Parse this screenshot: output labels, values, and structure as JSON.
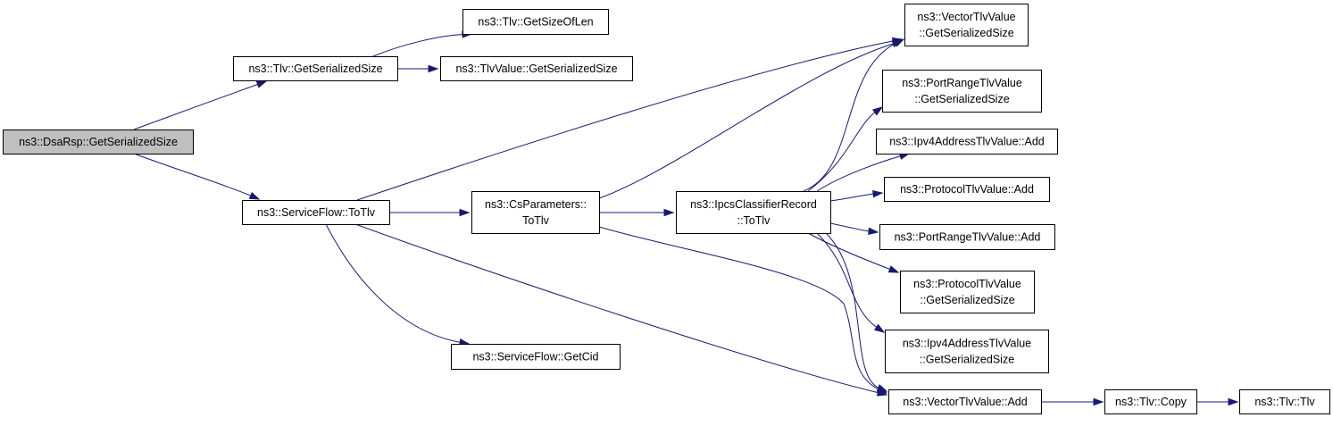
{
  "graph": {
    "type": "call-graph",
    "colors": {
      "edge": "#191970",
      "node_border": "#000000",
      "node_fill": "#ffffff",
      "root_fill": "#bfbfbf"
    },
    "nodes": [
      {
        "id": "dsarsp_getserializedsize",
        "lines": [
          "ns3::DsaRsp::GetSerializedSize"
        ],
        "root": true
      },
      {
        "id": "tlv_getserializedsize",
        "lines": [
          "ns3::Tlv::GetSerializedSize"
        ]
      },
      {
        "id": "tlv_getsizeoflen",
        "lines": [
          "ns3::Tlv::GetSizeOfLen"
        ]
      },
      {
        "id": "tlvvalue_getserializedsize",
        "lines": [
          "ns3::TlvValue::GetSerializedSize"
        ]
      },
      {
        "id": "serviceflow_totlv",
        "lines": [
          "ns3::ServiceFlow::ToTlv"
        ]
      },
      {
        "id": "csparameters_totlv",
        "lines": [
          "ns3::CsParameters::",
          "ToTlv"
        ]
      },
      {
        "id": "serviceflow_getcid",
        "lines": [
          "ns3::ServiceFlow::GetCid"
        ]
      },
      {
        "id": "ipcsclassifierrecord_totlv",
        "lines": [
          "ns3::IpcsClassifierRecord",
          "::ToTlv"
        ]
      },
      {
        "id": "vectortlvvalue_getserializedsize",
        "lines": [
          "ns3::VectorTlvValue",
          "::GetSerializedSize"
        ]
      },
      {
        "id": "portrangetlvvalue_getserializedsize",
        "lines": [
          "ns3::PortRangeTlvValue",
          "::GetSerializedSize"
        ]
      },
      {
        "id": "ipv4addresstlvvalue_add",
        "lines": [
          "ns3::Ipv4AddressTlvValue::Add"
        ]
      },
      {
        "id": "protocoltlvvalue_add",
        "lines": [
          "ns3::ProtocolTlvValue::Add"
        ]
      },
      {
        "id": "portrangetlvvalue_add",
        "lines": [
          "ns3::PortRangeTlvValue::Add"
        ]
      },
      {
        "id": "protocoltlvvalue_getserializedsize",
        "lines": [
          "ns3::ProtocolTlvValue",
          "::GetSerializedSize"
        ]
      },
      {
        "id": "ipv4addresstlvvalue_getserializedsize",
        "lines": [
          "ns3::Ipv4AddressTlvValue",
          "::GetSerializedSize"
        ]
      },
      {
        "id": "vectortlvvalue_add",
        "lines": [
          "ns3::VectorTlvValue::Add"
        ]
      },
      {
        "id": "tlv_copy",
        "lines": [
          "ns3::Tlv::Copy"
        ]
      },
      {
        "id": "tlv_tlv",
        "lines": [
          "ns3::Tlv::Tlv"
        ]
      }
    ],
    "edges": [
      {
        "from": "dsarsp_getserializedsize",
        "to": "tlv_getserializedsize"
      },
      {
        "from": "dsarsp_getserializedsize",
        "to": "serviceflow_totlv"
      },
      {
        "from": "tlv_getserializedsize",
        "to": "tlv_getsizeoflen"
      },
      {
        "from": "tlv_getserializedsize",
        "to": "tlvvalue_getserializedsize"
      },
      {
        "from": "serviceflow_totlv",
        "to": "vectortlvvalue_getserializedsize"
      },
      {
        "from": "serviceflow_totlv",
        "to": "csparameters_totlv"
      },
      {
        "from": "serviceflow_totlv",
        "to": "serviceflow_getcid"
      },
      {
        "from": "serviceflow_totlv",
        "to": "vectortlvvalue_add"
      },
      {
        "from": "csparameters_totlv",
        "to": "vectortlvvalue_getserializedsize"
      },
      {
        "from": "csparameters_totlv",
        "to": "ipcsclassifierrecord_totlv"
      },
      {
        "from": "csparameters_totlv",
        "to": "vectortlvvalue_add"
      },
      {
        "from": "ipcsclassifierrecord_totlv",
        "to": "vectortlvvalue_getserializedsize"
      },
      {
        "from": "ipcsclassifierrecord_totlv",
        "to": "portrangetlvvalue_getserializedsize"
      },
      {
        "from": "ipcsclassifierrecord_totlv",
        "to": "ipv4addresstlvvalue_add"
      },
      {
        "from": "ipcsclassifierrecord_totlv",
        "to": "protocoltlvvalue_add"
      },
      {
        "from": "ipcsclassifierrecord_totlv",
        "to": "portrangetlvvalue_add"
      },
      {
        "from": "ipcsclassifierrecord_totlv",
        "to": "protocoltlvvalue_getserializedsize"
      },
      {
        "from": "ipcsclassifierrecord_totlv",
        "to": "ipv4addresstlvvalue_getserializedsize"
      },
      {
        "from": "ipcsclassifierrecord_totlv",
        "to": "vectortlvvalue_add"
      },
      {
        "from": "vectortlvvalue_add",
        "to": "tlv_copy"
      },
      {
        "from": "tlv_copy",
        "to": "tlv_tlv"
      }
    ]
  }
}
